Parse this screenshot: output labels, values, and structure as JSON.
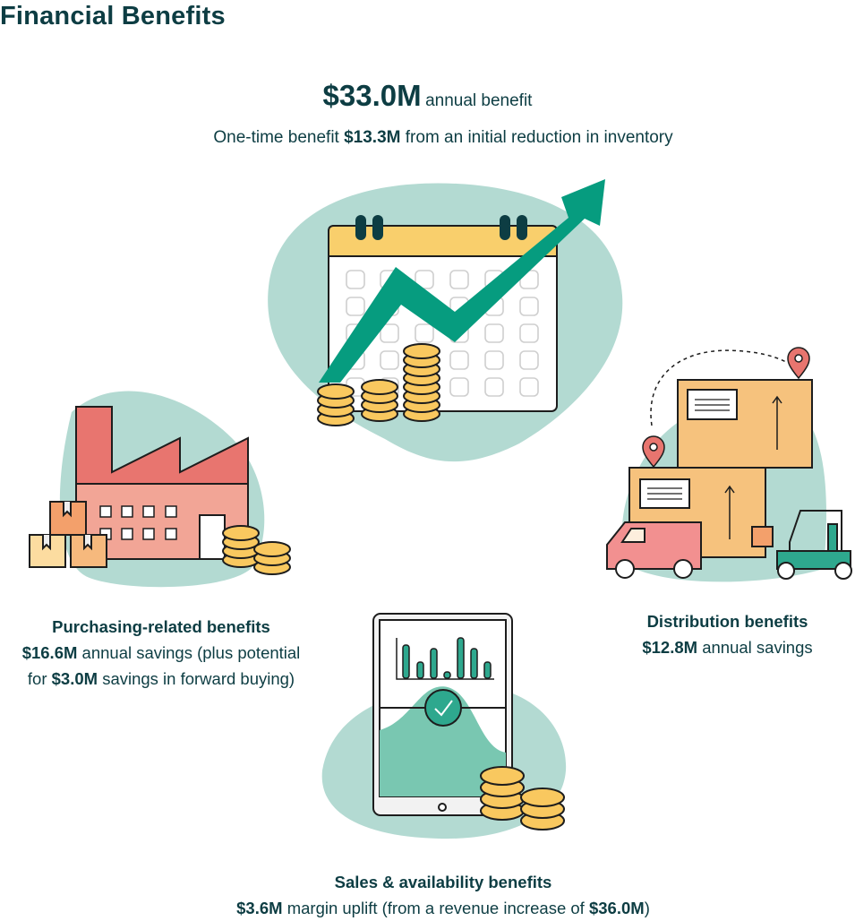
{
  "title": "Financial Benefits",
  "headline": {
    "amount": "$33.0M",
    "label": "annual benefit",
    "sub_prefix": "One-time benefit",
    "sub_amount": "$13.3M",
    "sub_suffix": "from an initial reduction in inventory"
  },
  "purchasing": {
    "heading": "Purchasing-related benefits",
    "amount": "$16.6M",
    "line1_suffix": "annual savings (plus potential",
    "line2_prefix": "for",
    "amount2": "$3.0M",
    "line2_suffix": "savings in forward buying)"
  },
  "distribution": {
    "heading": "Distribution benefits",
    "amount": "$12.8M",
    "suffix": "annual savings"
  },
  "sales": {
    "heading": "Sales & availability benefits",
    "amount": "$3.6M",
    "middle": "margin uplift (from a revenue increase of",
    "amount2": "$36.0M",
    "close": ")"
  },
  "colors": {
    "text": "#0d3d43",
    "blob": "#b3dad2",
    "green": "#069c7f",
    "coin": "#f9c85f",
    "factory_top": "#e8756f",
    "factory_body": "#f2a596",
    "box": "#f6c27d"
  }
}
